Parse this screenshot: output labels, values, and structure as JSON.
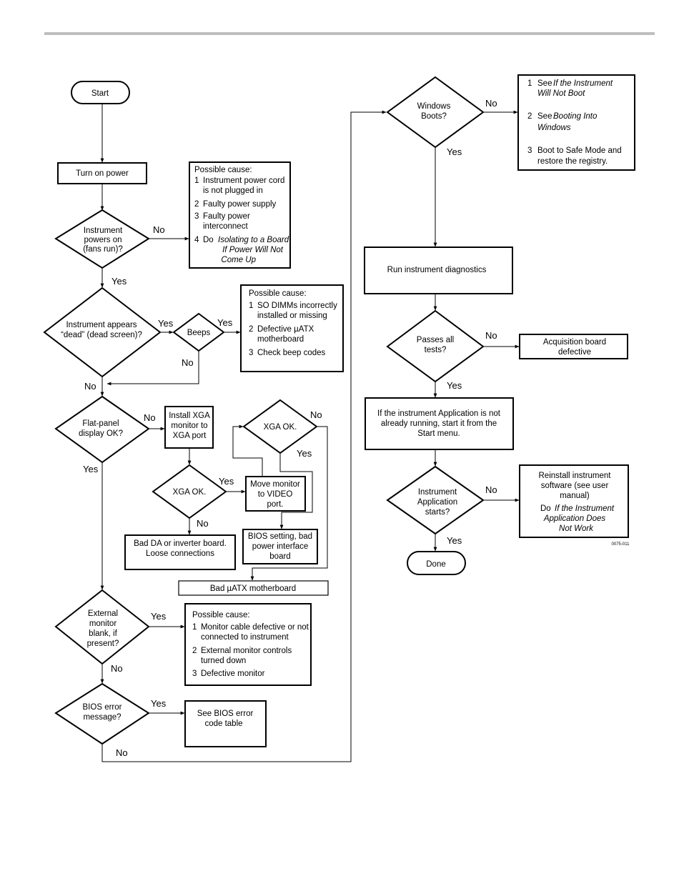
{
  "nodes": {
    "start": "Start",
    "turn_on_power": "Turn on power",
    "powers_on": [
      "Instrument",
      "powers on",
      "(fans run)?"
    ],
    "appears_dead": [
      "Instrument appears",
      "“dead” (dead screen)?"
    ],
    "beeps": "Beeps",
    "flat_panel": [
      "Flat-panel",
      "display OK?"
    ],
    "install_xga": [
      "Install XGA",
      "monitor to",
      "XGA port"
    ],
    "xga_ok_1": "XGA OK.",
    "xga_ok_2": "XGA OK.",
    "move_monitor": [
      "Move monitor",
      "to VIDEO",
      "port."
    ],
    "bad_da": [
      "Bad DA or inverter board.",
      "Loose connections"
    ],
    "bios_setting": [
      "BIOS setting, bad",
      "power interface",
      "board"
    ],
    "bad_motherboard": "Bad µATX motherboard",
    "external_monitor": [
      "External",
      "monitor",
      "blank, if",
      "present?"
    ],
    "bios_error": [
      "BIOS error",
      "message?"
    ],
    "see_bios_table": [
      "See BIOS error",
      "code table"
    ],
    "windows_boots": [
      "Windows",
      "Boots?"
    ],
    "run_diagnostics": "Run instrument diagnostics",
    "passes_tests": [
      "Passes all",
      "tests?"
    ],
    "acq_board": [
      "Acquisition board",
      "defective"
    ],
    "start_app": [
      "If the instrument Application is not",
      "already running, start it from the",
      "Start menu."
    ],
    "app_starts": [
      "Instrument",
      "Application",
      "starts?"
    ],
    "reinstall": [
      "Reinstall instrument",
      "software (see user",
      "manual)"
    ],
    "reinstall_do": "Do",
    "reinstall_italic": [
      "If the Instrument",
      "Application Does",
      "Not Work"
    ],
    "done": "Done"
  },
  "notes": {
    "power_causes": {
      "heading": "Possible cause:",
      "items": [
        {
          "n": "1",
          "lines": [
            "Instrument power cord",
            "is not plugged in"
          ]
        },
        {
          "n": "2",
          "lines": [
            "Faulty power supply"
          ]
        },
        {
          "n": "3",
          "lines": [
            "Faulty power",
            "interconnect"
          ]
        }
      ],
      "item4_n": "4",
      "item4_do": "Do",
      "item4_italic": [
        "Isolating to a Board",
        "If Power Will Not",
        "Come Up"
      ]
    },
    "beep_causes": {
      "heading": "Possible cause:",
      "items": [
        {
          "n": "1",
          "lines": [
            "SO DIMMs incorrectly",
            "installed or missing"
          ]
        },
        {
          "n": "2",
          "lines": [
            "Defective µATX",
            "motherboard"
          ]
        },
        {
          "n": "3",
          "lines": [
            "Check beep codes"
          ]
        }
      ]
    },
    "monitor_causes": {
      "heading": "Possible cause:",
      "items": [
        {
          "n": "1",
          "lines": [
            "Monitor cable defective or not",
            "connected to instrument"
          ]
        },
        {
          "n": "2",
          "lines": [
            "External monitor controls",
            "turned down"
          ]
        },
        {
          "n": "3",
          "lines": [
            "Defective monitor"
          ]
        }
      ]
    },
    "boot_steps": {
      "s1_n": "1",
      "s1_see": "See",
      "s1_italic": [
        "If the Instrument",
        "Will Not Boot"
      ],
      "s2_n": "2",
      "s2_see": "See",
      "s2_italic": [
        "Booting Into",
        "Windows"
      ],
      "s3_n": "3",
      "s3_lines": [
        "Boot to Safe Mode and",
        "restore the registry."
      ]
    }
  },
  "labels": {
    "yes": "Yes",
    "no": "No"
  },
  "figure_id": "0075-011"
}
